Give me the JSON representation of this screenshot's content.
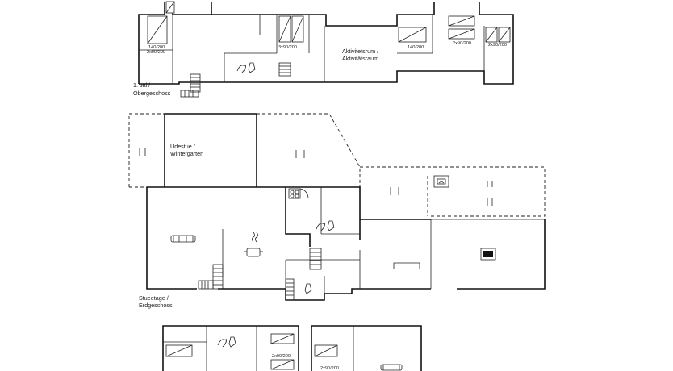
{
  "floors": {
    "upper": {
      "label_line1": "1. sal /",
      "label_line2": "Obergeschoss"
    },
    "ground": {
      "label_line1": "Stueetage /",
      "label_line2": "Erdgeschoss"
    }
  },
  "rooms": {
    "activity_line1": "Aktivitetsrum /",
    "activity_line2": "Aktivitätsraum",
    "garden_line1": "Udestue /",
    "garden_line2": "Wintergarten"
  },
  "beds": {
    "upper_left_a": "140/200",
    "upper_left_b": "2x90/200",
    "upper_mid": "3x90/200",
    "upper_right_a": "140/200",
    "upper_right_b": "2x90/200",
    "upper_right_c": "2x90/200",
    "lower_left": "2x90/200",
    "lower_right": "2x90/200"
  },
  "icons": {
    "bath": "bathroom-fixtures-icon",
    "sofa": "sofa-icon",
    "stove": "wood-stove-icon",
    "kitchen": "kitchen-hob-icon",
    "sink": "sink-icon",
    "fireplace": "fireplace-icon",
    "stairs": "stairs-icon"
  }
}
